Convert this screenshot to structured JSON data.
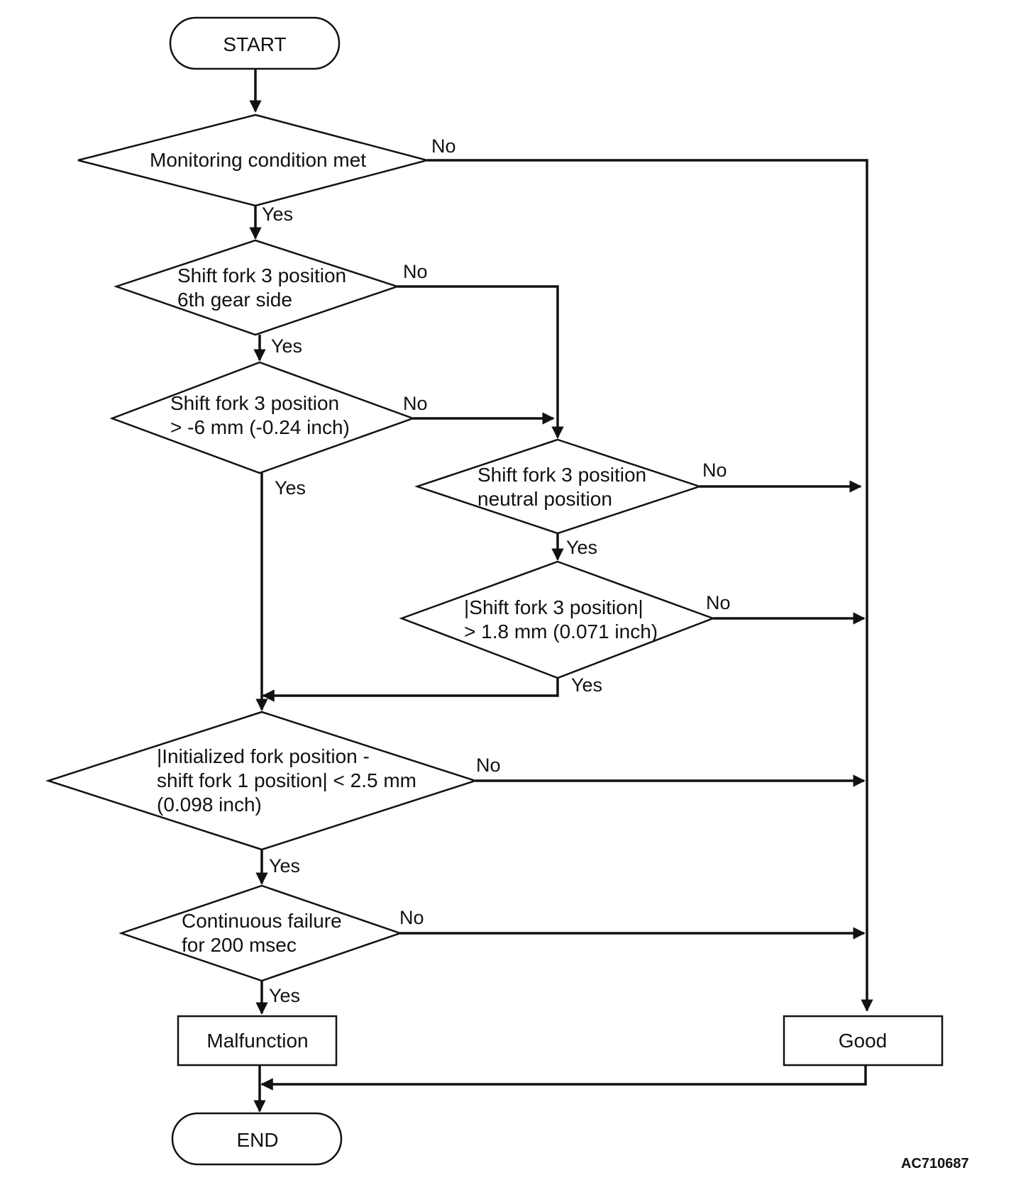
{
  "flowchart": {
    "start": "START",
    "end": "END",
    "decisions": {
      "monitoring": [
        "Monitoring condition met"
      ],
      "sixth_gear": [
        "Shift fork 3 position",
        "6th gear side"
      ],
      "gt_minus6": [
        "Shift fork 3 position",
        "> -6 mm (-0.24 inch)"
      ],
      "neutral": [
        "Shift fork 3 position",
        "neutral position"
      ],
      "abs_gt_1_8": [
        "|Shift fork 3 position|",
        "> 1.8 mm (0.071 inch)"
      ],
      "initialized": [
        "|Initialized fork position -",
        "shift fork 1 position| < 2.5 mm",
        "(0.098 inch)"
      ],
      "continuous": [
        "Continuous failure",
        "for 200 msec"
      ]
    },
    "outcomes": {
      "malfunction": "Malfunction",
      "good": "Good"
    },
    "labels": {
      "yes": "Yes",
      "no": "No"
    },
    "figure_id": "AC710687"
  }
}
